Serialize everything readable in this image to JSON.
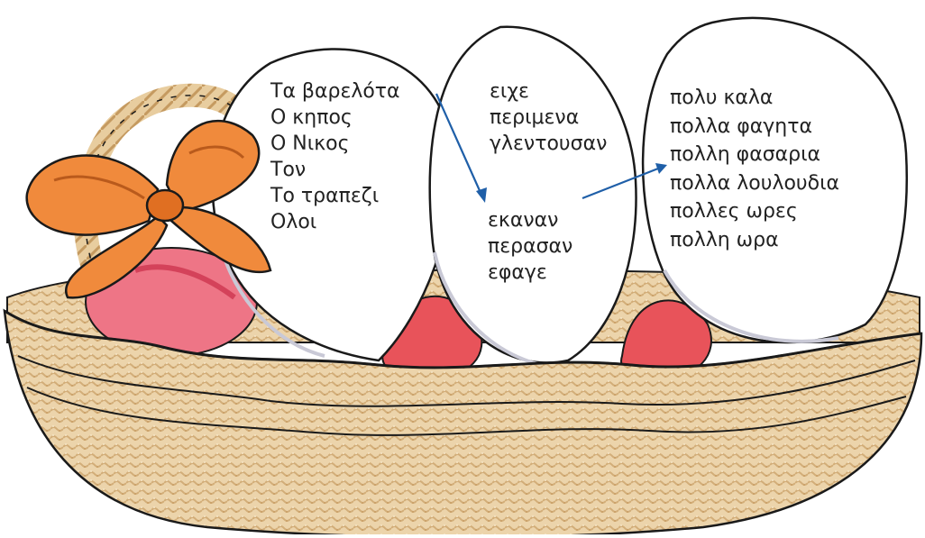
{
  "colors": {
    "basket": "#e9cfa6",
    "basket_dark": "#d8b684",
    "outline": "#1a1a1a",
    "bow": "#f08a3c",
    "egg_red": "#e8535a",
    "egg_pink": "#ef7a8a",
    "egg_white": "#ffffff",
    "arrow": "#1f5fa8"
  },
  "eggs": [
    {
      "name": "left-egg",
      "lines": [
        "Τα βαρελότα",
        "Ο κηπος",
        "Ο Νικος",
        "Τον",
        "Το τραπεζι",
        "Ολοι"
      ]
    },
    {
      "name": "middle-egg",
      "lines_top": [
        "ειχε",
        "περιμενα",
        "γλεντουσαν"
      ],
      "lines_bottom": [
        "εκαναν",
        "περασαν",
        "εφαγε"
      ]
    },
    {
      "name": "right-egg",
      "lines": [
        "πολυ καλα",
        "πολλα φαγητα",
        "πολλη φασαρια",
        "πολλα λουλουδια",
        "πολλες ωρες",
        "πολλη ωρα"
      ]
    }
  ]
}
